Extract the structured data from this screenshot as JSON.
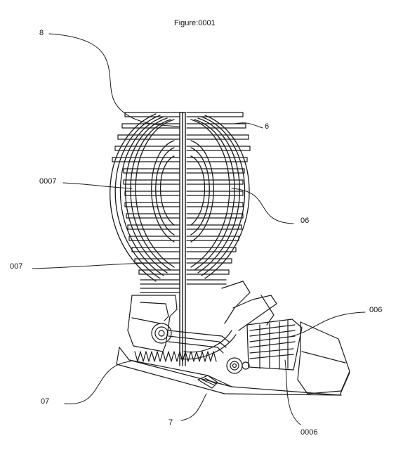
{
  "figure": {
    "title": "Figure:0001"
  },
  "labels": {
    "l8": "8",
    "l6": "6",
    "l0007": "0007",
    "l06": "06",
    "l007": "007",
    "l006": "006",
    "l07": "07",
    "l7": "7",
    "l0006": "0006"
  }
}
